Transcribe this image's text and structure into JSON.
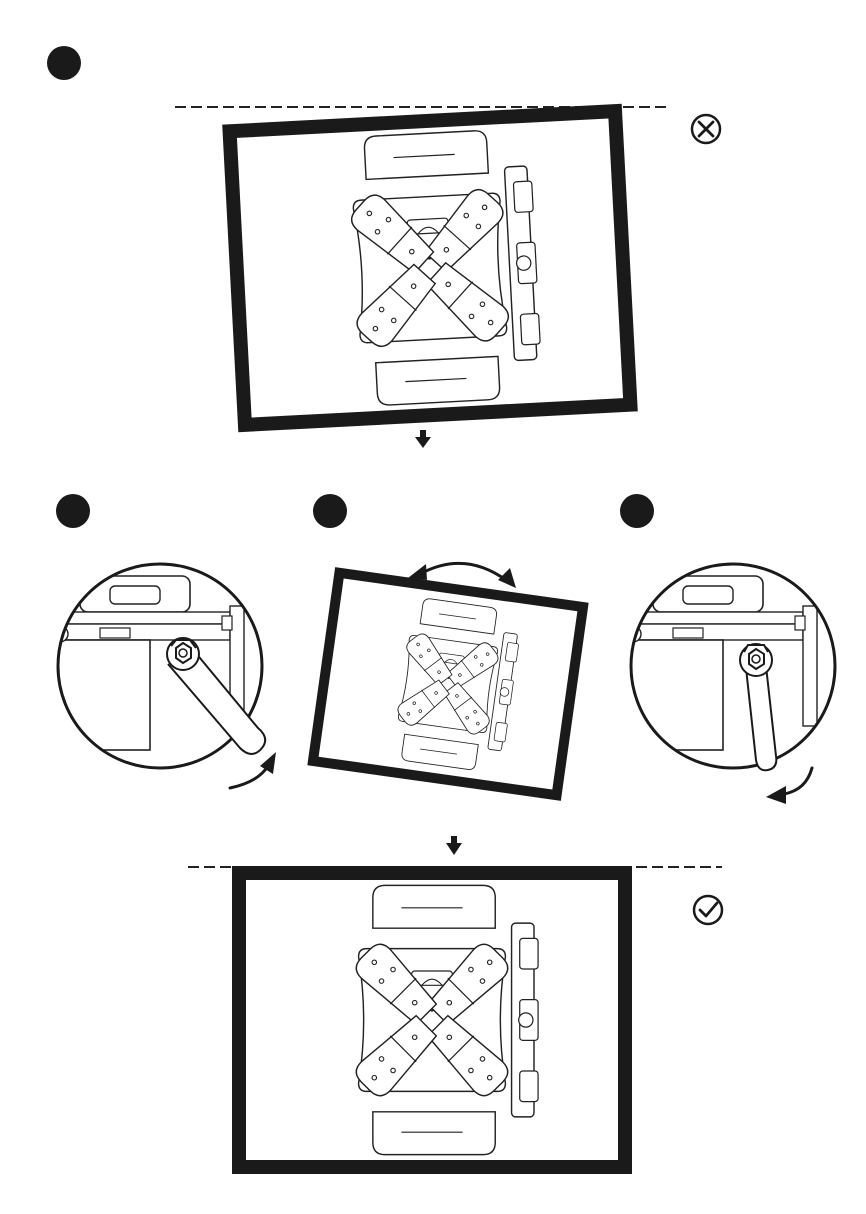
{
  "figure": {
    "steps": [
      {
        "id": "step-1-marker"
      },
      {
        "id": "step-2-marker"
      },
      {
        "id": "step-3-marker"
      },
      {
        "id": "step-4-marker"
      }
    ],
    "status": {
      "incorrect_icon": "x-circle-icon",
      "correct_icon": "check-circle-icon"
    },
    "colors": {
      "ink": "#1a1a1a",
      "paper": "#ffffff"
    }
  }
}
